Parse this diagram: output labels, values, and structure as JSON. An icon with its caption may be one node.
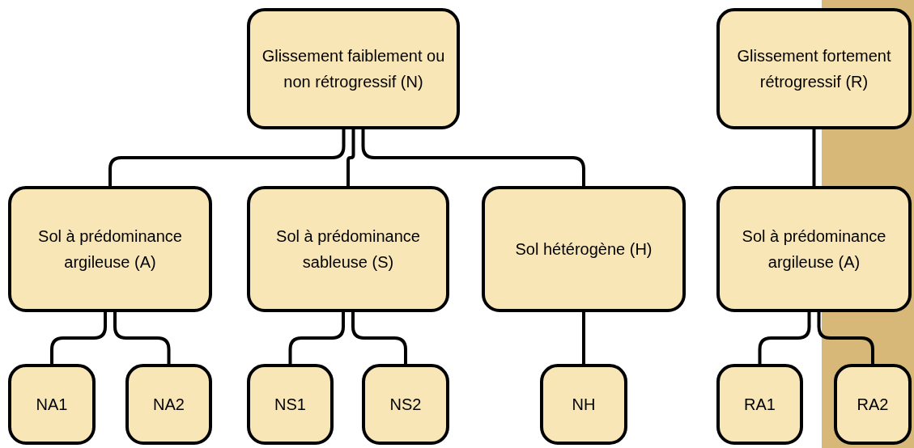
{
  "diagram": {
    "nodes": [
      {
        "text": [
          "Glissement faiblement ou non rétrogressif (N)"
        ]
      },
      {
        "text": [
          "Glissement fortement rétrogressif (R)"
        ]
      },
      {
        "text": [
          "Sol à prédominance argileuse (A)"
        ]
      },
      {
        "text": [
          "Sol à prédominance sableuse (S)"
        ]
      },
      {
        "text": [
          "Sol hétérogène (H)"
        ]
      },
      {
        "text": [
          "Sol à prédominance argileuse (A)"
        ]
      },
      {
        "text": [
          "NA1"
        ]
      },
      {
        "text": [
          "NA2"
        ]
      },
      {
        "text": [
          "NS1"
        ]
      },
      {
        "text": [
          "NS2"
        ]
      },
      {
        "text": [
          "NH"
        ]
      },
      {
        "text": [
          "RA1"
        ]
      },
      {
        "text": [
          "RA2"
        ]
      }
    ],
    "edges": [
      {
        "from": 0,
        "to": 2,
        "arrow": "none"
      },
      {
        "from": 0,
        "to": 3,
        "arrow": "none"
      },
      {
        "from": 0,
        "to": 4,
        "arrow": "none"
      },
      {
        "from": 1,
        "to": 5,
        "arrow": "none"
      },
      {
        "from": 2,
        "to": 6,
        "arrow": "none"
      },
      {
        "from": 2,
        "to": 7,
        "arrow": "none"
      },
      {
        "from": 3,
        "to": 8,
        "arrow": "none"
      },
      {
        "from": 3,
        "to": 9,
        "arrow": "none"
      },
      {
        "from": 4,
        "to": 10,
        "arrow": "none"
      },
      {
        "from": 5,
        "to": 11,
        "arrow": "none"
      },
      {
        "from": 5,
        "to": 12,
        "arrow": "none"
      }
    ]
  }
}
